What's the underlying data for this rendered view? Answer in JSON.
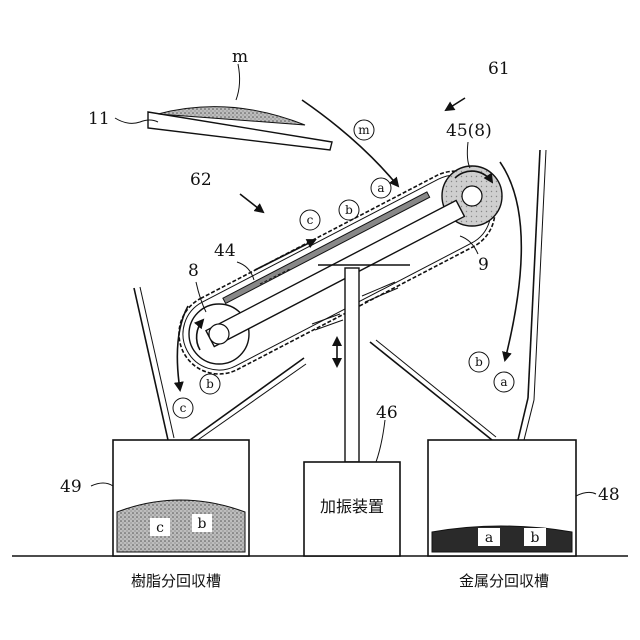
{
  "labels": {
    "m": "m",
    "n11": "11",
    "n61": "61",
    "n62": "62",
    "n45": "45(8)",
    "n44": "44",
    "n8": "8",
    "n9": "9",
    "n46": "46",
    "n49": "49",
    "n48": "48"
  },
  "circled": {
    "m": "m",
    "a_top": "a",
    "b_top": "b",
    "c_top": "c",
    "b_left": "b",
    "c_left": "c",
    "b_right": "b",
    "a_right": "a"
  },
  "vibrator_label": "加振装置",
  "bin_left": {
    "caption": "樹脂分回収槽",
    "c": "c",
    "b": "b"
  },
  "bin_right": {
    "caption": "金属分回収槽",
    "a": "a",
    "b": "b"
  },
  "colors": {
    "resin_fill": "#d9d9d9",
    "metal_fill": "#2a2a2a",
    "ink": "#111111"
  }
}
